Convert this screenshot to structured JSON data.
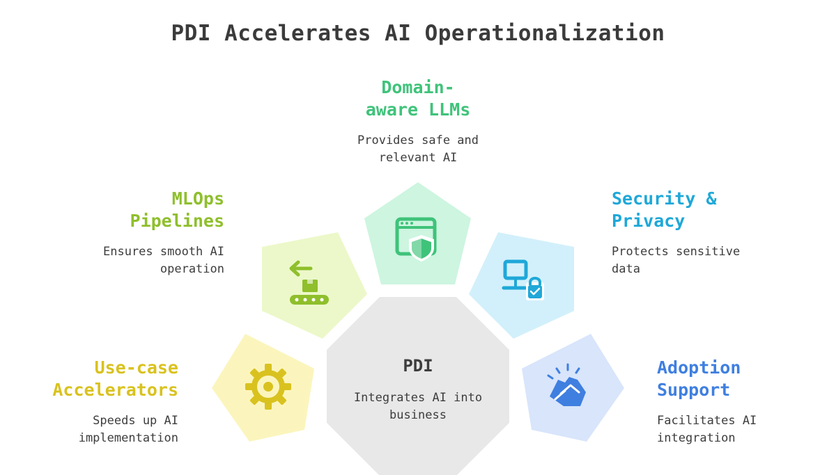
{
  "title": "PDI Accelerates AI Operationalization",
  "hub": {
    "title": "PDI",
    "description_lines": [
      "Integrates AI into",
      "business"
    ]
  },
  "nodes": [
    {
      "id": "use-case-accelerators",
      "title_lines": [
        "Use-case",
        "Accelerators"
      ],
      "description_lines": [
        "Speeds up AI",
        "implementation"
      ],
      "color": "#d9c21f",
      "fill": "#fbf5bd",
      "icon": "gear-icon"
    },
    {
      "id": "mlops-pipelines",
      "title_lines": [
        "MLOps",
        "Pipelines"
      ],
      "description_lines": [
        "Ensures smooth AI",
        "operation"
      ],
      "color": "#8fbf2c",
      "fill": "#ecf8c9",
      "icon": "conveyor-icon"
    },
    {
      "id": "domain-aware-llms",
      "title_lines": [
        "Domain-",
        "aware LLMs"
      ],
      "description_lines": [
        "Provides safe and",
        "relevant AI"
      ],
      "color": "#3fc37a",
      "fill": "#cdf5e0",
      "icon": "browser-shield-icon"
    },
    {
      "id": "security-privacy",
      "title_lines": [
        "Security &",
        "Privacy"
      ],
      "description_lines": [
        "Protects sensitive",
        "data"
      ],
      "color": "#1fa8d8",
      "fill": "#d2f0fb",
      "icon": "computer-lock-icon"
    },
    {
      "id": "adoption-support",
      "title_lines": [
        "Adoption",
        "Support"
      ],
      "description_lines": [
        "Facilitates AI",
        "integration"
      ],
      "color": "#3f7fe0",
      "fill": "#d8e5fb",
      "icon": "handshake-icon"
    }
  ],
  "colors": {
    "hub_fill": "#e8e8e8",
    "text_dark": "#3b3b3b"
  }
}
